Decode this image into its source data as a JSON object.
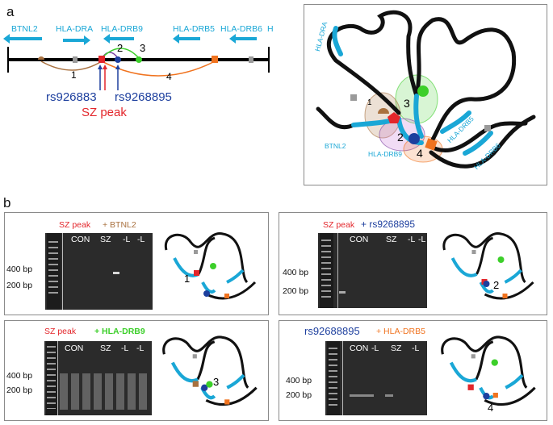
{
  "panel_a": {
    "letter": "a",
    "genes": [
      "BTNL2",
      "HLA-DRA",
      "HLA-DRB9",
      "HLA-DRB5",
      "HLA-DRB6",
      "H"
    ],
    "loop_labels": [
      "1",
      "2",
      "3",
      "4"
    ],
    "snp_left": "rs926883",
    "snp_right": "rs9268895",
    "peak": "SZ peak",
    "model_genes": [
      "HLA-DRA",
      "BTNL2",
      "HLA-DRB9",
      "HLA-DRB5",
      "HLA-DRB6"
    ],
    "model_loops": [
      "1",
      "2",
      "3",
      "4"
    ]
  },
  "panel_b": {
    "letter": "b",
    "gels": [
      {
        "title_left": "SZ peak",
        "title_right": "+ BTNL2",
        "cols": [
          "CON",
          "SZ",
          "-L",
          "-L"
        ],
        "loop": "1"
      },
      {
        "title_left": "SZ peak",
        "title_right": "+ rs9268895",
        "cols": [
          "CON",
          "SZ",
          "-L",
          "-L"
        ],
        "loop": "2"
      },
      {
        "title_left": "SZ peak",
        "title_right": "+ HLA-DRB9",
        "cols": [
          "CON",
          "SZ",
          "-L",
          "-L"
        ],
        "loop": "3"
      },
      {
        "title_left": "rs92688895",
        "title_right": "+ HLA-DRB5",
        "cols": [
          "CON",
          "-L",
          "SZ",
          "-L"
        ],
        "loop": "4"
      }
    ],
    "bp_labels": [
      "400 bp",
      "200 bp"
    ]
  },
  "colors": {
    "gene_blue": "#1aa7d6",
    "peak_red": "#e3262b",
    "snp_blue": "#1d3f9e",
    "loop1_brown": "#a9713f",
    "loop2_purple": "#7a3fa0",
    "loop3_green": "#3ccf2a",
    "loop4_orange": "#f0731f"
  }
}
